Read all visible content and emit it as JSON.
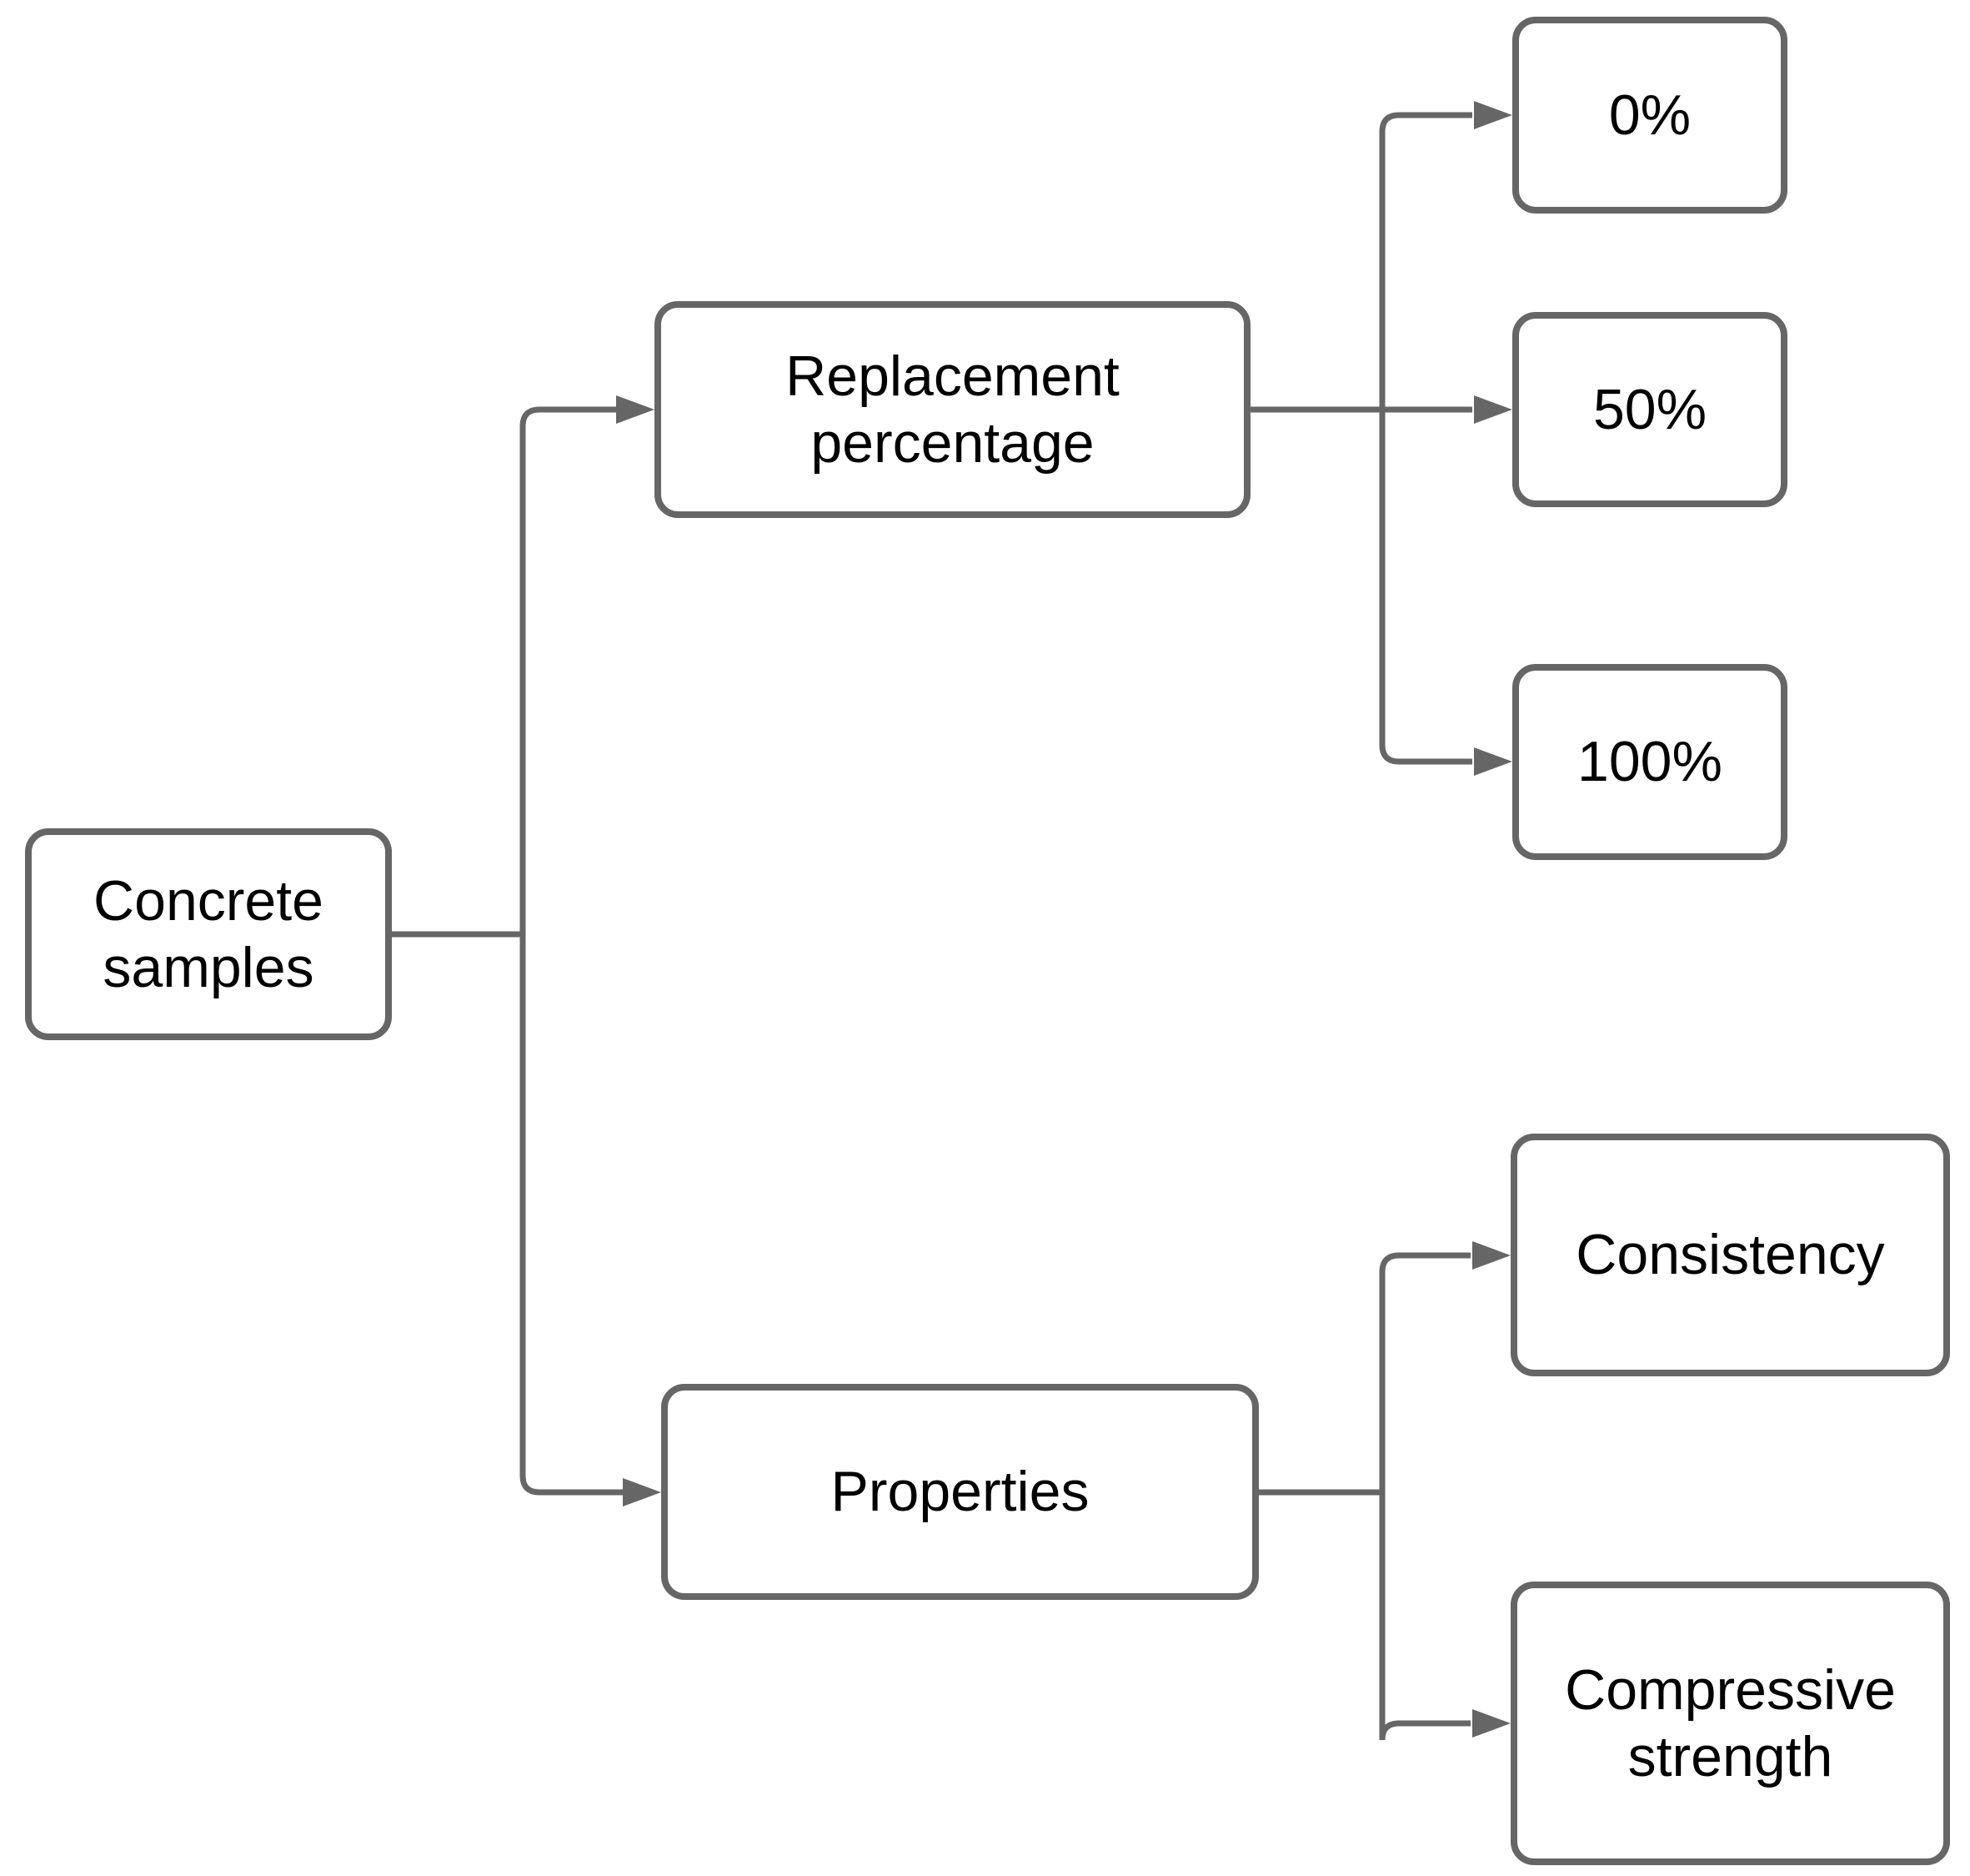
{
  "diagram": {
    "title": "Concrete samples experiment design flowchart",
    "colors": {
      "stroke": "#666666",
      "node_fill": "#ffffff",
      "text": "#000000",
      "background": "#ffffff"
    },
    "nodes": {
      "root": {
        "label": "Concrete samples"
      },
      "replacement": {
        "label": "Replacement percentage"
      },
      "pct0": {
        "label": "0%"
      },
      "pct50": {
        "label": "50%"
      },
      "pct100": {
        "label": "100%"
      },
      "properties": {
        "label": "Properties"
      },
      "consistency": {
        "label": "Consistency"
      },
      "compressive": {
        "label": "Compressive strength"
      }
    },
    "edges": [
      {
        "from": "Concrete samples",
        "to": "Replacement percentage"
      },
      {
        "from": "Concrete samples",
        "to": "Properties"
      },
      {
        "from": "Replacement percentage",
        "to": "0%"
      },
      {
        "from": "Replacement percentage",
        "to": "50%"
      },
      {
        "from": "Replacement percentage",
        "to": "100%"
      },
      {
        "from": "Properties",
        "to": "Consistency"
      },
      {
        "from": "Properties",
        "to": "Compressive strength"
      }
    ]
  }
}
